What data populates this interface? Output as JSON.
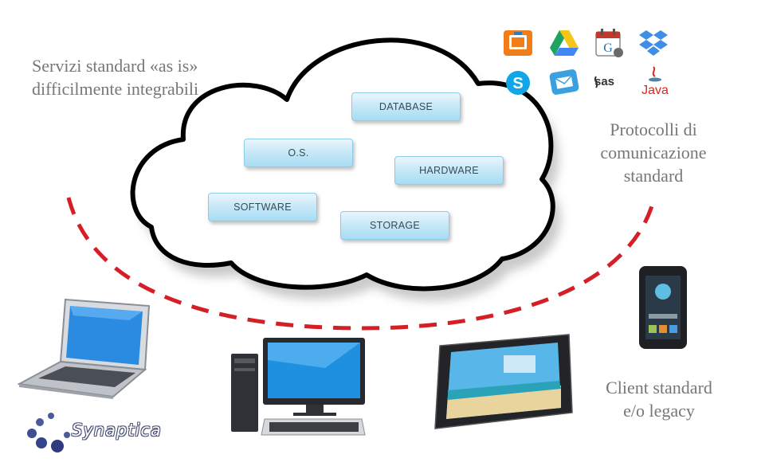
{
  "captions": {
    "left_line1": "Servizi standard «as is»",
    "left_line2": "difficilmente integrabili",
    "right_line1": "Protocolli di",
    "right_line2": "comunicazione",
    "right_line3": "standard",
    "client_line1": "Client standard",
    "client_line2": "e/o legacy"
  },
  "cloud_boxes": {
    "database": "DATABASE",
    "os": "O.S.",
    "hardware": "HARDWARE",
    "software": "SOFTWARE",
    "storage": "STORAGE"
  },
  "logo": {
    "text": "Synaptica"
  },
  "service_icons": {
    "sas": "sas",
    "java": "Java",
    "calendar_letter": "G"
  },
  "colors": {
    "dashed_arc": "#d51f26",
    "caption_text": "#777777",
    "box_fill": "#c9e9f8",
    "box_border": "#8ccbe9"
  }
}
